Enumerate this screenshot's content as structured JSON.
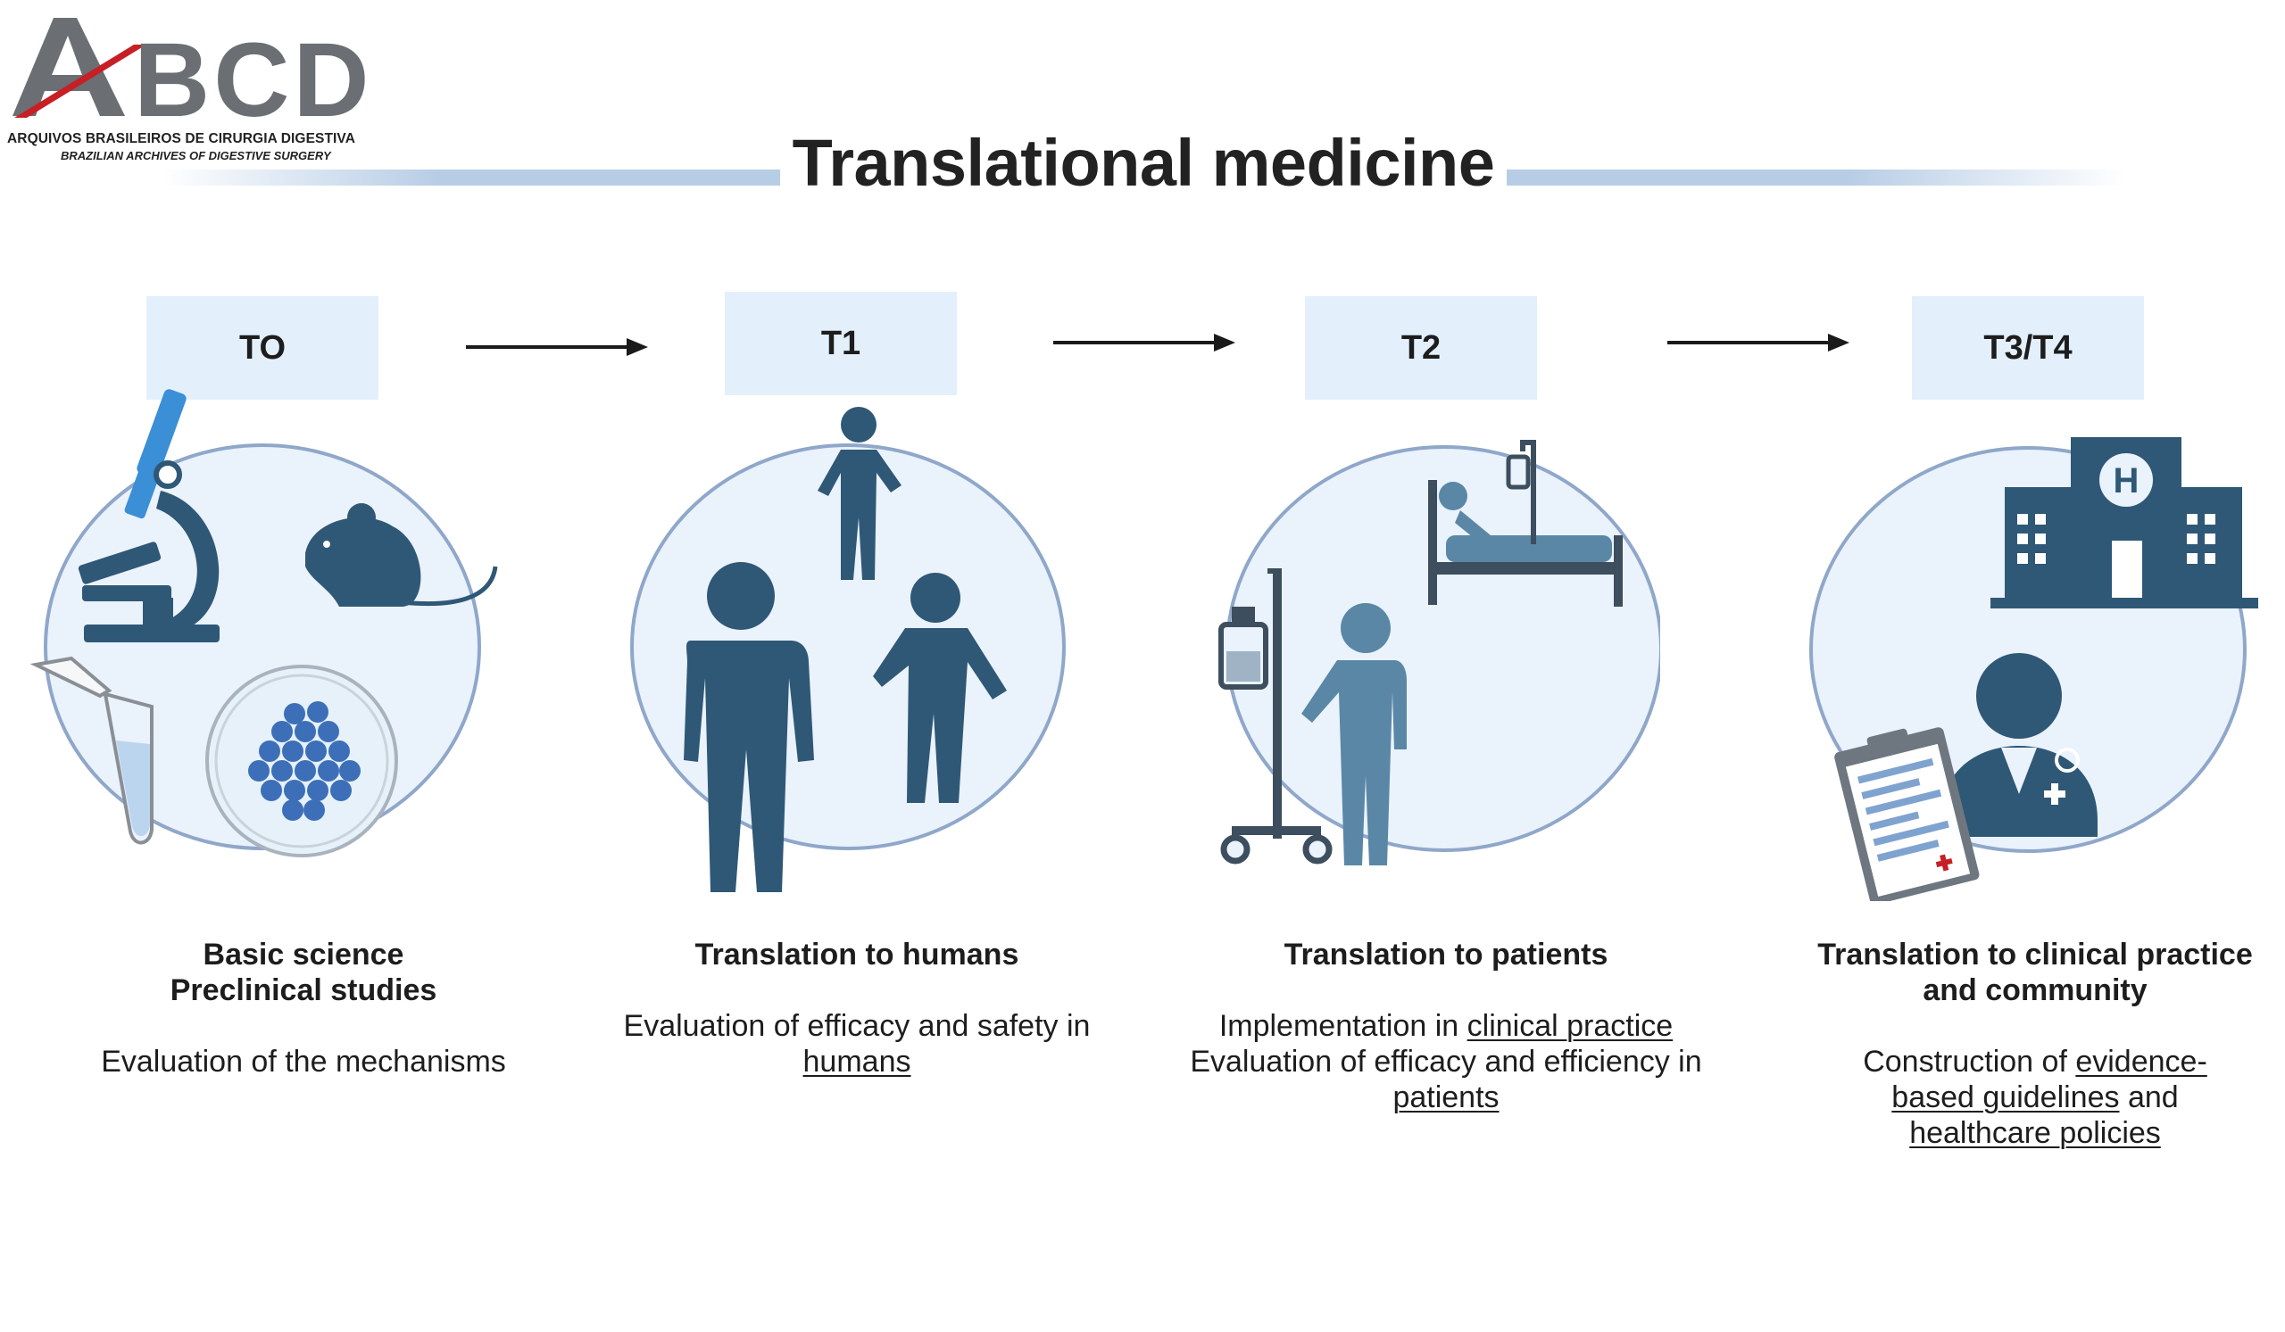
{
  "logo": {
    "letters": "ABCD",
    "line1": "ARQUIVOS BRASILEIROS DE CIRURGIA DIGESTIVA",
    "line2": "BRAZILIAN ARCHIVES OF DIGESTIVE SURGERY",
    "colors": {
      "gray": "#6b6e72",
      "red": "#c62026"
    }
  },
  "title": "Translational medicine",
  "colors": {
    "label_box": "#e3effb",
    "circle_fill": "#eaf2fc",
    "circle_stroke": "#8fa7c9",
    "icon_dark": "#2f5876",
    "icon_mid": "#5b87a6",
    "arrow": "#1a1a1a"
  },
  "stages": [
    {
      "label": "TO",
      "heading1": "Basic science",
      "heading2": "Preclinical studies",
      "body1": "Evaluation of the mechanisms",
      "icons": [
        "microscope-icon",
        "mouse-icon",
        "test-tube-icon",
        "petri-dish-icon"
      ]
    },
    {
      "label": "T1",
      "heading1": "Translation to humans",
      "body1": "Evaluation of efficacy and safety in",
      "body1_link": "humans",
      "icons": [
        "person-icon",
        "person-icon",
        "person-icon"
      ]
    },
    {
      "label": "T2",
      "heading1": "Translation to patients",
      "body1": "Implementation in ",
      "body1_link": "clinical practice",
      "body2": "Evaluation of efficacy and efficiency in",
      "body2_link": "patients",
      "icons": [
        "hospital-bed-icon",
        "iv-stand-icon",
        "patient-icon"
      ]
    },
    {
      "label": "T3/T4",
      "heading1": "Translation to clinical practice",
      "heading2": "and community",
      "body_pre": "Construction of ",
      "body_link1a": "evidence-",
      "body_link1b": "based guidelines",
      "body_mid": " and",
      "body_link2": "healthcare policies",
      "icons": [
        "hospital-icon",
        "doctor-icon",
        "clipboard-icon"
      ]
    }
  ]
}
